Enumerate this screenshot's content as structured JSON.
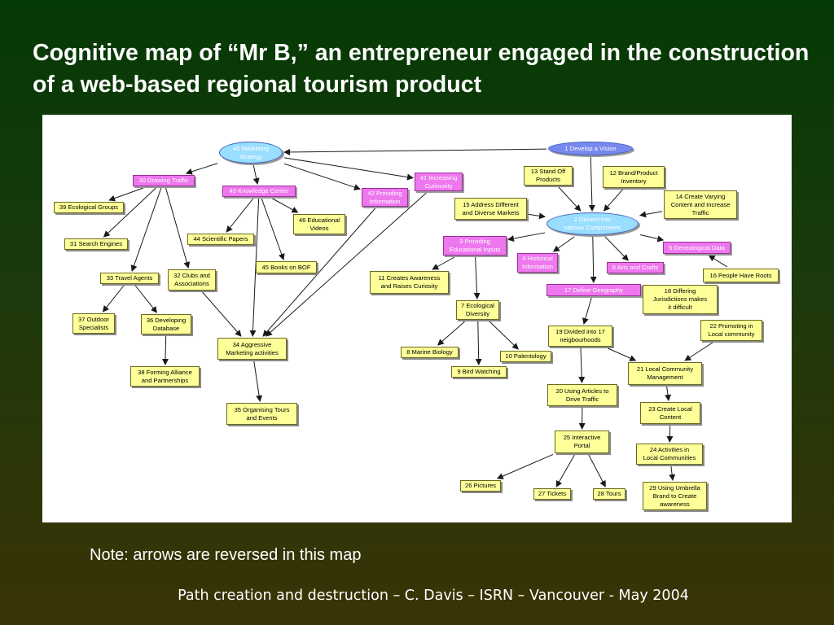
{
  "slide": {
    "title": "Cognitive map of “Mr B,” an entrepreneur engaged in the construction of a web-based regional tourism product",
    "note": "Note: arrows are reversed in this map",
    "footer": "Path creation and destruction – C. Davis – ISRN – Vancouver - May 2004"
  },
  "map": {
    "nodes": [
      {
        "id": "n1",
        "label": "1 Develop a Vision",
        "style": "oval-dark"
      },
      {
        "id": "n2",
        "label": "2 Dissect into\nvarious Components",
        "style": "oval-light"
      },
      {
        "id": "n3",
        "label": "3 Providing\nEducational Inputs",
        "style": "pink"
      },
      {
        "id": "n4",
        "label": "4 Historical\nInformation",
        "style": "pink"
      },
      {
        "id": "n5",
        "label": "5 Genealogical Data",
        "style": "pink"
      },
      {
        "id": "n6",
        "label": "6 Arts and Crafts",
        "style": "pink"
      },
      {
        "id": "n7",
        "label": "7 Ecological\nDiversity",
        "style": "yellow"
      },
      {
        "id": "n8",
        "label": "8 Marine Biology",
        "style": "yellow"
      },
      {
        "id": "n9",
        "label": "9 Bird Watching",
        "style": "yellow"
      },
      {
        "id": "n10",
        "label": "10 Palentology",
        "style": "yellow"
      },
      {
        "id": "n11",
        "label": "11 Creates Awareness\nand Raises Curiosity",
        "style": "yellow"
      },
      {
        "id": "n12",
        "label": "12 Brand/Product\nInventory",
        "style": "yellow"
      },
      {
        "id": "n13",
        "label": "13 Stand Off\nProducts",
        "style": "yellow"
      },
      {
        "id": "n14",
        "label": "14 Create Varying\nContent and Increase\nTraffic",
        "style": "yellow"
      },
      {
        "id": "n15",
        "label": "15 Address Different\nand Diverse Markets",
        "style": "yellow"
      },
      {
        "id": "n16",
        "label": "16 People Have Roots",
        "style": "yellow"
      },
      {
        "id": "n17",
        "label": "17 Define Geography",
        "style": "pink"
      },
      {
        "id": "n18",
        "label": "18 Differing\nJurisdictions makes\nit difficult",
        "style": "yellow"
      },
      {
        "id": "n19",
        "label": "19 Divided into 17\nneigbourhoods",
        "style": "yellow"
      },
      {
        "id": "n20",
        "label": "20 Using Articles to\nDrive Traffic",
        "style": "yellow"
      },
      {
        "id": "n21",
        "label": "21 Local Community\nManagement",
        "style": "yellow"
      },
      {
        "id": "n22",
        "label": "22 Promoting in\nLocal community",
        "style": "yellow"
      },
      {
        "id": "n23",
        "label": "23 Create Local\nContent",
        "style": "yellow"
      },
      {
        "id": "n24",
        "label": "24 Activities in\nLocal Communities",
        "style": "yellow"
      },
      {
        "id": "n25",
        "label": "25 Interactive\nPortal",
        "style": "yellow"
      },
      {
        "id": "n26",
        "label": "26 Pictures",
        "style": "yellow"
      },
      {
        "id": "n27",
        "label": "27 Tickets",
        "style": "yellow"
      },
      {
        "id": "n28",
        "label": "28 Tours",
        "style": "yellow"
      },
      {
        "id": "n29",
        "label": "29 Using Umbrella\nBrand to Create\nawareness",
        "style": "yellow"
      },
      {
        "id": "n30",
        "label": "30 Drawing Traffic",
        "style": "pink"
      },
      {
        "id": "n31",
        "label": "31 Search Engines",
        "style": "yellow"
      },
      {
        "id": "n32",
        "label": "32 Clubs and\nAssociations",
        "style": "yellow"
      },
      {
        "id": "n33",
        "label": "33 Travel Agents",
        "style": "yellow"
      },
      {
        "id": "n34",
        "label": "34 Aggressive\nMarketing activities",
        "style": "yellow"
      },
      {
        "id": "n35",
        "label": "35 Organising Tours\nand Events",
        "style": "yellow"
      },
      {
        "id": "n36",
        "label": "36 Developing\nDatabase",
        "style": "yellow"
      },
      {
        "id": "n37",
        "label": "37 Outdoor\nSpecialists",
        "style": "yellow"
      },
      {
        "id": "n38",
        "label": "38 Forming Alliance\nand Partnerships",
        "style": "yellow"
      },
      {
        "id": "n39",
        "label": "39 Ecological Groups",
        "style": "yellow"
      },
      {
        "id": "n40",
        "label": "40 Marketing\nStrategy",
        "style": "oval-light"
      },
      {
        "id": "n41",
        "label": "41 Increasing\nCuriousity",
        "style": "pink"
      },
      {
        "id": "n42",
        "label": "42 Providing\nInformation",
        "style": "pink"
      },
      {
        "id": "n43",
        "label": "43 Knowledge Center",
        "style": "pink"
      },
      {
        "id": "n44",
        "label": "44 Scientific Papers",
        "style": "yellow"
      },
      {
        "id": "n45",
        "label": "45 Books on BOF",
        "style": "yellow"
      },
      {
        "id": "n46",
        "label": "46 Educational\nVideos",
        "style": "yellow"
      }
    ],
    "edges": [
      [
        "n1",
        "n40"
      ],
      [
        "n1",
        "n2"
      ],
      [
        "n13",
        "n2"
      ],
      [
        "n12",
        "n2"
      ],
      [
        "n14",
        "n2"
      ],
      [
        "n15",
        "n2"
      ],
      [
        "n2",
        "n3"
      ],
      [
        "n2",
        "n4"
      ],
      [
        "n2",
        "n6"
      ],
      [
        "n2",
        "n5"
      ],
      [
        "n2",
        "n17"
      ],
      [
        "n16",
        "n5"
      ],
      [
        "n18",
        "n17"
      ],
      [
        "n17",
        "n19"
      ],
      [
        "n19",
        "n20"
      ],
      [
        "n19",
        "n21"
      ],
      [
        "n22",
        "n21"
      ],
      [
        "n21",
        "n23"
      ],
      [
        "n20",
        "n25"
      ],
      [
        "n23",
        "n24"
      ],
      [
        "n24",
        "n29"
      ],
      [
        "n25",
        "n26"
      ],
      [
        "n25",
        "n27"
      ],
      [
        "n25",
        "n28"
      ],
      [
        "n3",
        "n11"
      ],
      [
        "n3",
        "n7"
      ],
      [
        "n7",
        "n8"
      ],
      [
        "n7",
        "n9"
      ],
      [
        "n7",
        "n10"
      ],
      [
        "n40",
        "n30"
      ],
      [
        "n40",
        "n43"
      ],
      [
        "n40",
        "n42"
      ],
      [
        "n40",
        "n41"
      ],
      [
        "n30",
        "n39"
      ],
      [
        "n30",
        "n31"
      ],
      [
        "n30",
        "n33"
      ],
      [
        "n30",
        "n32"
      ],
      [
        "n33",
        "n37"
      ],
      [
        "n33",
        "n36"
      ],
      [
        "n36",
        "n38"
      ],
      [
        "n32",
        "n34"
      ],
      [
        "n43",
        "n44"
      ],
      [
        "n43",
        "n45"
      ],
      [
        "n43",
        "n46"
      ],
      [
        "n43",
        "n34"
      ],
      [
        "n42",
        "n34"
      ],
      [
        "n41",
        "n34"
      ],
      [
        "n34",
        "n35"
      ]
    ]
  }
}
